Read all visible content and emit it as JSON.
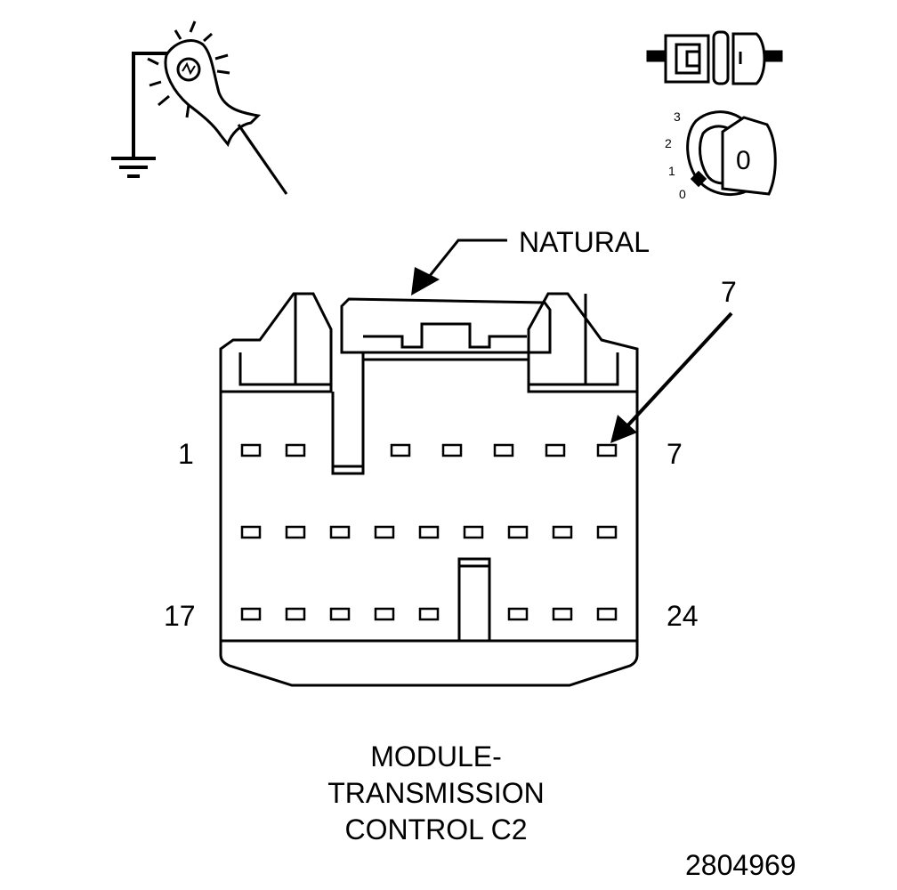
{
  "callout": {
    "label": "NATURAL"
  },
  "pin_callout": {
    "label": "7"
  },
  "row_labels": {
    "top_left": "1",
    "top_right": "7",
    "bottom_left": "17",
    "bottom_right": "24"
  },
  "ignition": {
    "positions": [
      "3",
      "2",
      "1",
      "0"
    ],
    "key_label": "0"
  },
  "title_lines": [
    "MODULE-",
    "TRANSMISSION",
    "CONTROL C2"
  ],
  "figure_number": "2804969",
  "icons": [
    "test-light-icon",
    "ground-symbol-icon",
    "disconnected-connector-icon",
    "ignition-key-off-icon"
  ]
}
